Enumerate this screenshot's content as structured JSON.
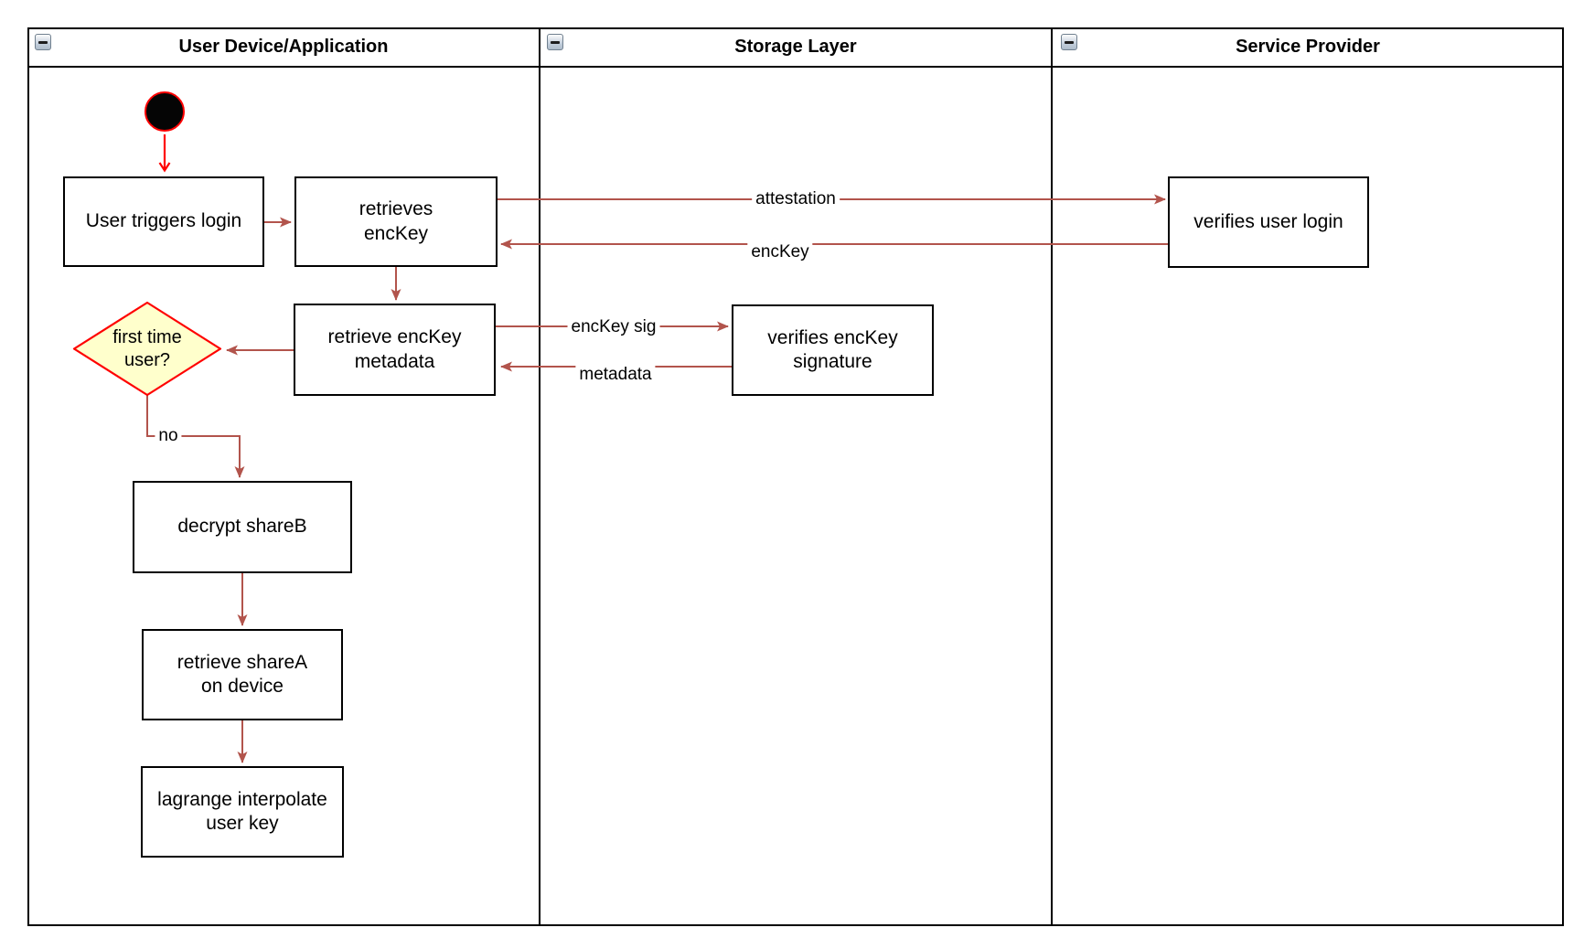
{
  "pool": {
    "lanes": [
      {
        "title": "User Device/Application"
      },
      {
        "title": "Storage Layer"
      },
      {
        "title": "Service Provider"
      }
    ],
    "collapse_icon": "minus"
  },
  "nodes": {
    "start": {
      "type": "initial-node"
    },
    "user_triggers_login": {
      "label": "User triggers login"
    },
    "retrieves_enckey": {
      "label": [
        "retrieves",
        "encKey"
      ]
    },
    "verifies_user_login": {
      "label": "verifies user login"
    },
    "retrieve_enckey_metadata": {
      "label": [
        "retrieve encKey",
        "metadata"
      ]
    },
    "verifies_enckey_signature": {
      "label": [
        "verifies encKey",
        "signature"
      ]
    },
    "first_time_user": {
      "label": [
        "first time",
        "user?"
      ]
    },
    "decrypt_shareb": {
      "label": "decrypt shareB"
    },
    "retrieve_sharea_on_device": {
      "label": [
        "retrieve shareA",
        "on device"
      ]
    },
    "lagrange_interpolate_user_key": {
      "label": [
        "lagrange interpolate",
        "user key"
      ]
    }
  },
  "edges": {
    "attestation": "attestation",
    "enckey": "encKey",
    "enckey_sig": "encKey sig",
    "metadata": "metadata",
    "no": "no"
  },
  "colors": {
    "flow_arrow": "#b2544c",
    "start_accent": "#ff0000",
    "node_border": "#000000",
    "decision_fill": "#ffffcc",
    "decision_border": "#ff0000"
  }
}
